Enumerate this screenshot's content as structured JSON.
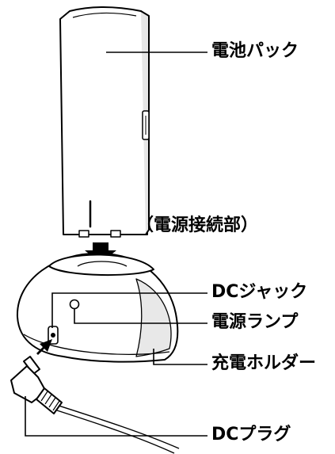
{
  "labels": {
    "battery_pack": "電池パック",
    "power_connector": "（電源接続部）",
    "dc_jack": "DCジャック",
    "power_lamp": "電源ランプ",
    "charging_holder": "充電ホルダー",
    "dc_plug": "DCプラグ"
  },
  "colors": {
    "line": "#000000",
    "fill": "#ffffff",
    "shade": "#d9d9d9"
  }
}
